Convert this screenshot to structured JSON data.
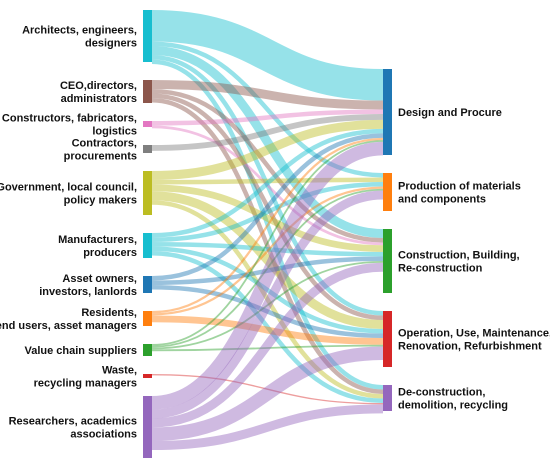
{
  "sources": [
    {
      "lines": [
        "Architects, engineers,",
        "designers"
      ],
      "color": "#17becf"
    },
    {
      "lines": [
        "CEO,directors,",
        "administrators"
      ],
      "color": "#8c564b"
    },
    {
      "lines": [
        "Constructors, fabricators,",
        "logistics"
      ],
      "color": "#e377c2"
    },
    {
      "lines": [
        "Contractors,",
        "procurements"
      ],
      "color": "#7f7f7f"
    },
    {
      "lines": [
        "Government, local council,",
        "policy makers"
      ],
      "color": "#bcbd22"
    },
    {
      "lines": [
        "Manufacturers,",
        "producers"
      ],
      "color": "#17becf"
    },
    {
      "lines": [
        "Asset owners,",
        "investors, lanlords"
      ],
      "color": "#1f77b4"
    },
    {
      "lines": [
        "Residents,",
        "end users, asset managers"
      ],
      "color": "#ff7f0e"
    },
    {
      "lines": [
        "Value chain suppliers"
      ],
      "color": "#2ca02c"
    },
    {
      "lines": [
        "Waste,",
        "recycling managers"
      ],
      "color": "#d62728"
    },
    {
      "lines": [
        "Researchers, academics",
        "associations"
      ],
      "color": "#9467bd"
    }
  ],
  "targets": [
    {
      "lines": [
        "Design and Procure"
      ],
      "color": "#1f77b4"
    },
    {
      "lines": [
        "Production of materials",
        "and components"
      ],
      "color": "#ff7f0e"
    },
    {
      "lines": [
        "Construction, Building,",
        "Re-construction"
      ],
      "color": "#2ca02c"
    },
    {
      "lines": [
        "Operation, Use, Maintenance,",
        "Renovation, Refurbishment"
      ],
      "color": "#d62728"
    },
    {
      "lines": [
        "De-construction,",
        "demolition, recycling"
      ],
      "color": "#9467bd"
    }
  ],
  "links": [
    {
      "s": 0,
      "t": 0,
      "v": 7
    },
    {
      "s": 0,
      "t": 1,
      "v": 1
    },
    {
      "s": 0,
      "t": 2,
      "v": 2
    },
    {
      "s": 0,
      "t": 3,
      "v": 1
    },
    {
      "s": 0,
      "t": 4,
      "v": 1
    },
    {
      "s": 1,
      "t": 0,
      "v": 2
    },
    {
      "s": 1,
      "t": 2,
      "v": 1
    },
    {
      "s": 1,
      "t": 3,
      "v": 1
    },
    {
      "s": 1,
      "t": 4,
      "v": 1
    },
    {
      "s": 2,
      "t": 0,
      "v": 1
    },
    {
      "s": 2,
      "t": 2,
      "v": 0.6
    },
    {
      "s": 3,
      "t": 0,
      "v": 1.3
    },
    {
      "s": 4,
      "t": 0,
      "v": 2
    },
    {
      "s": 4,
      "t": 1,
      "v": 1
    },
    {
      "s": 4,
      "t": 2,
      "v": 1.5
    },
    {
      "s": 4,
      "t": 3,
      "v": 2
    },
    {
      "s": 4,
      "t": 4,
      "v": 1
    },
    {
      "s": 5,
      "t": 0,
      "v": 1
    },
    {
      "s": 5,
      "t": 1,
      "v": 1
    },
    {
      "s": 5,
      "t": 2,
      "v": 1
    },
    {
      "s": 5,
      "t": 3,
      "v": 1
    },
    {
      "s": 5,
      "t": 4,
      "v": 1
    },
    {
      "s": 6,
      "t": 0,
      "v": 1
    },
    {
      "s": 6,
      "t": 2,
      "v": 1
    },
    {
      "s": 6,
      "t": 3,
      "v": 1
    },
    {
      "s": 7,
      "t": 0,
      "v": 0.5
    },
    {
      "s": 7,
      "t": 1,
      "v": 0.5
    },
    {
      "s": 7,
      "t": 3,
      "v": 1.5
    },
    {
      "s": 8,
      "t": 0,
      "v": 0.4
    },
    {
      "s": 8,
      "t": 1,
      "v": 0.4
    },
    {
      "s": 8,
      "t": 2,
      "v": 0.4
    },
    {
      "s": 8,
      "t": 3,
      "v": 0.4
    },
    {
      "s": 9,
      "t": 4,
      "v": 0.3
    },
    {
      "s": 10,
      "t": 0,
      "v": 3
    },
    {
      "s": 10,
      "t": 1,
      "v": 2
    },
    {
      "s": 10,
      "t": 2,
      "v": 2
    },
    {
      "s": 10,
      "t": 3,
      "v": 3
    },
    {
      "s": 10,
      "t": 4,
      "v": 2
    }
  ]
}
